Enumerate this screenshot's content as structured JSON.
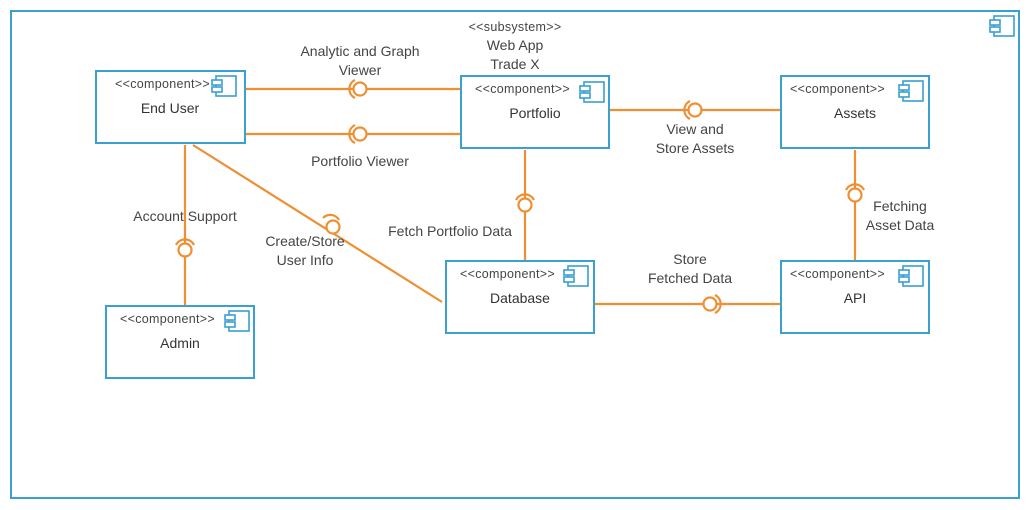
{
  "subsystem": {
    "stereotype": "<<subsystem>>",
    "name_lines": [
      "Web App",
      "Trade X"
    ]
  },
  "components": {
    "end_user": {
      "stereotype": "<<component>>",
      "name": "End User"
    },
    "portfolio": {
      "stereotype": "<<component>>",
      "name": "Portfolio"
    },
    "assets": {
      "stereotype": "<<component>>",
      "name": "Assets"
    },
    "database": {
      "stereotype": "<<component>>",
      "name": "Database"
    },
    "api": {
      "stereotype": "<<component>>",
      "name": "API"
    },
    "admin": {
      "stereotype": "<<component>>",
      "name": "Admin"
    }
  },
  "interfaces": {
    "analytic_graph_viewer": [
      "Analytic and Graph",
      "Viewer"
    ],
    "portfolio_viewer": [
      "Portfolio Viewer"
    ],
    "view_store_assets": [
      "View and",
      "Store Assets"
    ],
    "account_support": [
      "Account Support"
    ],
    "create_store_user_info": [
      "Create/Store",
      "User Info"
    ],
    "fetch_portfolio_data": [
      "Fetch Portfolio Data"
    ],
    "fetching_asset_data": [
      "Fetching",
      "Asset Data"
    ],
    "store_fetched_data": [
      "Store",
      "Fetched Data"
    ]
  },
  "colors": {
    "component_border": "#3a9fd1",
    "connector": "#ef8f33",
    "text": "#333333"
  }
}
